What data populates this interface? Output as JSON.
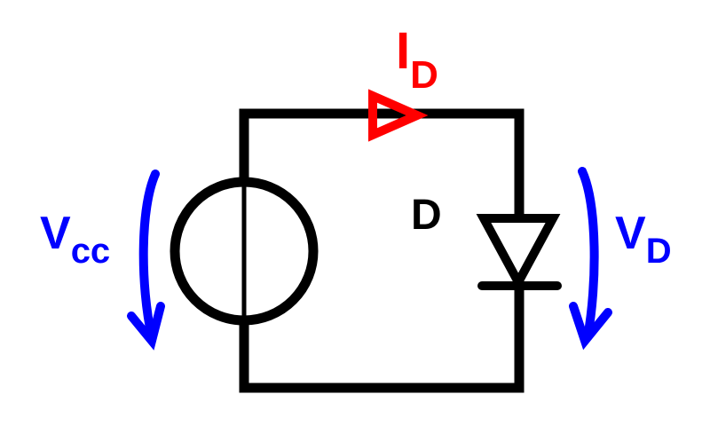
{
  "colors": {
    "wire": "#000000",
    "current": "#ff0000",
    "voltage": "#0000ff",
    "background": "#ffffff"
  },
  "labels": {
    "current": {
      "main": "I",
      "sub": "D"
    },
    "diode": "D",
    "vcc": {
      "main": "V",
      "sub": "cc"
    },
    "vd": {
      "main": "V",
      "sub": "D"
    }
  },
  "components": {
    "source": "voltage-source-symbol",
    "diode": "diode-symbol"
  }
}
